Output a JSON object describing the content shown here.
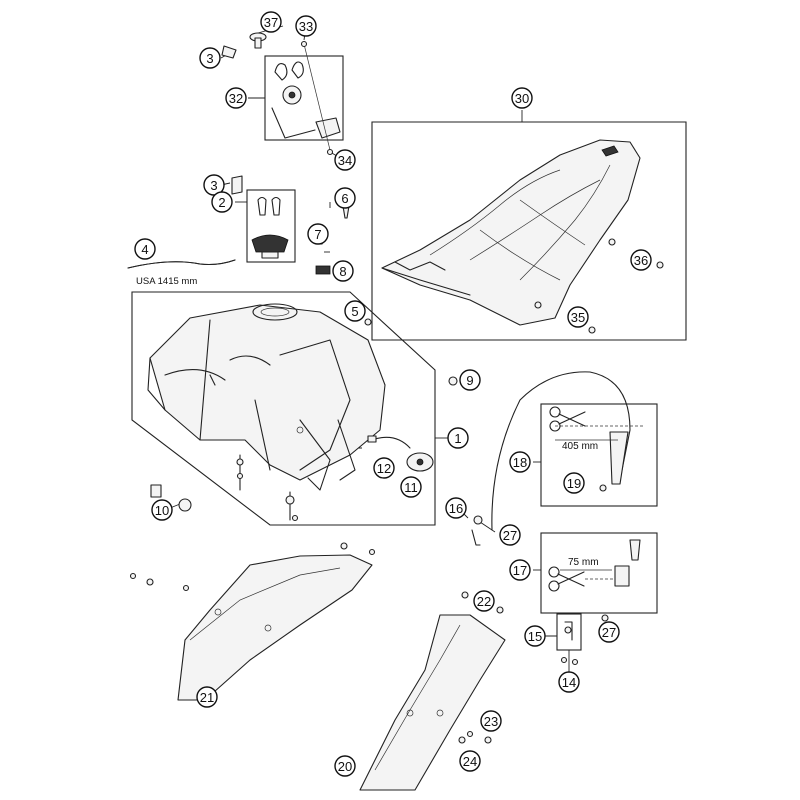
{
  "callouts": [
    {
      "id": "37",
      "label": "37"
    },
    {
      "id": "33",
      "label": "33"
    },
    {
      "id": "3a",
      "label": "3"
    },
    {
      "id": "32",
      "label": "32"
    },
    {
      "id": "34",
      "label": "34"
    },
    {
      "id": "30",
      "label": "30"
    },
    {
      "id": "3b",
      "label": "3"
    },
    {
      "id": "6",
      "label": "6"
    },
    {
      "id": "2",
      "label": "2"
    },
    {
      "id": "7",
      "label": "7"
    },
    {
      "id": "4",
      "label": "4"
    },
    {
      "id": "8",
      "label": "8"
    },
    {
      "id": "36",
      "label": "36"
    },
    {
      "id": "5",
      "label": "5"
    },
    {
      "id": "35",
      "label": "35"
    },
    {
      "id": "9",
      "label": "9"
    },
    {
      "id": "1",
      "label": "1"
    },
    {
      "id": "18",
      "label": "18"
    },
    {
      "id": "12",
      "label": "12"
    },
    {
      "id": "11",
      "label": "11"
    },
    {
      "id": "19",
      "label": "19"
    },
    {
      "id": "10",
      "label": "10"
    },
    {
      "id": "16",
      "label": "16"
    },
    {
      "id": "27a",
      "label": "27"
    },
    {
      "id": "17",
      "label": "17"
    },
    {
      "id": "22",
      "label": "22"
    },
    {
      "id": "27b",
      "label": "27"
    },
    {
      "id": "15",
      "label": "15"
    },
    {
      "id": "14",
      "label": "14"
    },
    {
      "id": "21",
      "label": "21"
    },
    {
      "id": "23",
      "label": "23"
    },
    {
      "id": "24",
      "label": "24"
    },
    {
      "id": "20",
      "label": "20"
    }
  ],
  "notes": {
    "hose_length": "USA 1415 mm",
    "dim_405": "405 mm",
    "dim_75": "75 mm"
  }
}
